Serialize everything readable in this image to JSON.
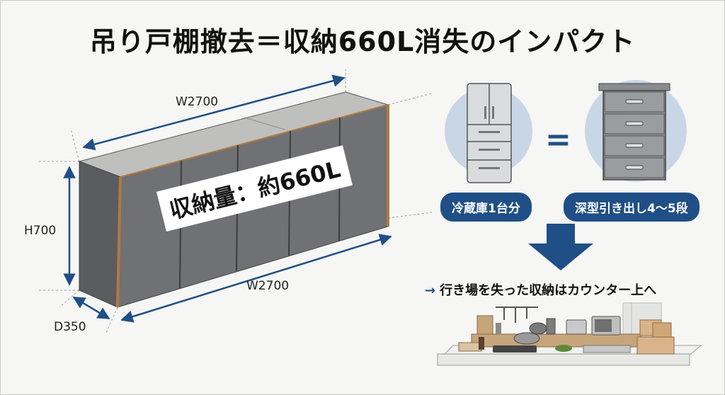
{
  "title": "吊り戸棚撤去＝収納660L消失のインパクト",
  "cabinet": {
    "width_top_label": "W2700",
    "width_bottom_label": "W2700",
    "height_label": "H700",
    "depth_label": "D350",
    "capacity_label": "収納量：約660L"
  },
  "comparison": {
    "fridge_label": "冷蔵庫1台分",
    "equals_sign": "=",
    "drawers_label": "深型引き出し4～5段"
  },
  "result": {
    "arrow_symbol": "→",
    "note": "行き場を失った収納はカウンター上へ"
  },
  "colors": {
    "accent": "#1f4f86",
    "cabinet_face": "#6f7175",
    "cabinet_top": "#bfbfbd",
    "cabinet_edge": "#b07a3e",
    "circle": "#c9d6e6"
  },
  "icons": [
    "refrigerator-icon",
    "drawer-chest-icon",
    "down-arrow-icon",
    "kitchen-counter-illustration"
  ]
}
